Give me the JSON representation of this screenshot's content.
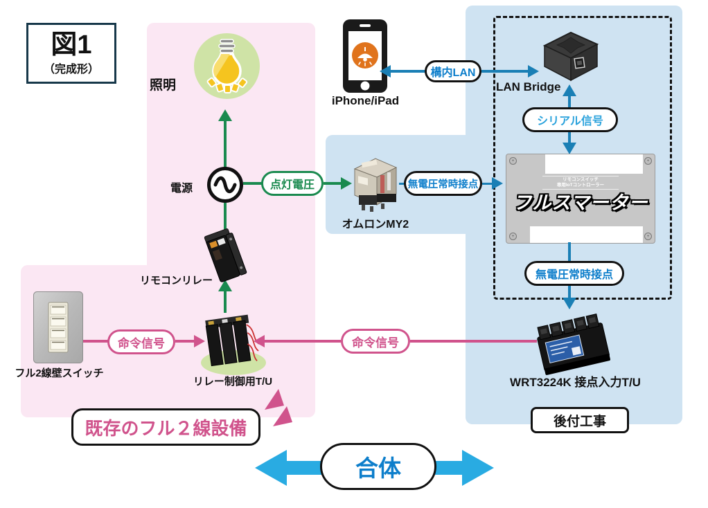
{
  "title": {
    "line1": "図1",
    "line2": "（完成形）"
  },
  "labels": {
    "lighting": "照明",
    "power": "電源",
    "remote_relay": "リモコンリレー",
    "relay_tu": "リレー制御用T/U",
    "wall_switch": "フル2線壁スイッチ",
    "iphone": "iPhone/iPad",
    "lan_bridge": "LAN Bridge",
    "omron": "オムロンMY2",
    "wrt": "WRT3224K 接点入力T/U",
    "retrofit": "後付工事",
    "existing": "既存のフル２線設備",
    "combine": "合体"
  },
  "pills": {
    "lighting_voltage": "点灯電圧",
    "premises_lan": "構内LAN",
    "serial_signal": "シリアル信号",
    "dry_contact_top": "無電圧常時接点",
    "dry_contact_bottom": "無電圧常時接点",
    "command_left": "命令信号",
    "command_right": "命令信号"
  },
  "device_text": {
    "fullsmarter_sub1": "リモコンスイッチ",
    "fullsmarter_sub2": "専用IoTコントローラー",
    "fullsmarter_logo": "フルスマーター"
  },
  "colors": {
    "green": "#1a8a4f",
    "blue_line": "#1a7fb5",
    "blue_text": "#0d7ecb",
    "light_blue_text": "#2aa2dc",
    "pink": "#d0538c",
    "arrow_blue": "#29abe2",
    "region_pink": "#fbe7f3",
    "region_blue": "#cfe3f2",
    "icon_green": "#cfe3a6"
  }
}
